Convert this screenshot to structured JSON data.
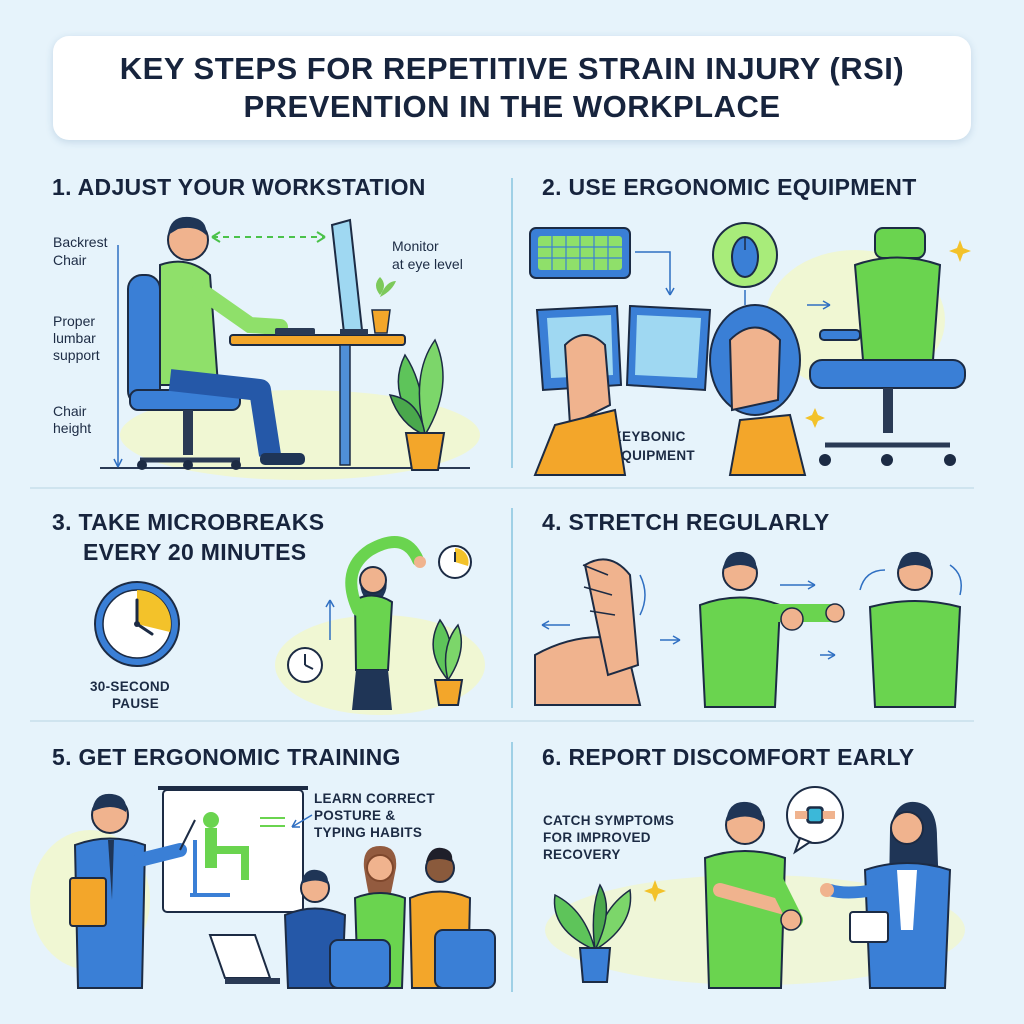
{
  "title": {
    "line1": "KEY STEPS FOR REPETITIVE STRAIN INJURY (RSI)",
    "line2": "PREVENTION IN THE WORKPLACE"
  },
  "steps": [
    {
      "heading": "1. ADJUST YOUR WORKSTATION",
      "labels": {
        "backrest_1": "Backrest",
        "backrest_2": "Chair",
        "lumbar_1": "Proper",
        "lumbar_2": "lumbar",
        "lumbar_3": "support",
        "height_1": "Chair",
        "height_2": "height",
        "monitor_1": "Monitor",
        "monitor_2": "at eye level"
      },
      "icons": [
        "person-at-desk-icon",
        "monitor-icon",
        "plant-icon",
        "office-chair-icon"
      ]
    },
    {
      "heading": "2. USE ERGONOMIC EQUIPMENT",
      "labels": {
        "equipment_1": "KEYBONIC",
        "equipment_2": "EQUIPMENT"
      },
      "icons": [
        "keyboard-icon",
        "split-keyboard-icon",
        "mouse-icon",
        "ergonomic-chair-icon"
      ]
    },
    {
      "heading_1": "3. TAKE MICROBREAKS",
      "heading_2": "EVERY 20 MINUTES",
      "labels": {
        "pause_1": "30-SECOND",
        "pause_2": "PAUSE"
      },
      "icons": [
        "clock-icon",
        "stretching-woman-icon",
        "plant-icon"
      ]
    },
    {
      "heading": "4. STRETCH REGULARLY",
      "icons": [
        "wrist-stretch-icon",
        "arm-stretch-icon",
        "neck-stretch-icon"
      ]
    },
    {
      "heading": "5. GET ERGONOMIC TRAINING",
      "labels": {
        "learn_1": "LEARN CORRECT",
        "learn_2": "POSTURE &",
        "learn_3": "TYPING HABITS"
      },
      "icons": [
        "presenter-icon",
        "whiteboard-icon",
        "audience-icon",
        "laptop-icon"
      ]
    },
    {
      "heading": "6. REPORT DISCOMFORT EARLY",
      "labels": {
        "catch_1": "CATCH SYMPTOMS",
        "catch_2": "FOR IMPROVED",
        "catch_3": "RECOVERY"
      },
      "icons": [
        "man-holding-wrist-icon",
        "wrist-pain-bubble-icon",
        "woman-with-clipboard-icon",
        "plant-icon"
      ]
    }
  ],
  "colors": {
    "background": "#e6f3fb",
    "accent_blue": "#2f6fc2",
    "accent_green": "#6ad44f",
    "accent_cyan": "#3bb8d9",
    "accent_orange": "#f3a62a",
    "text": "#17243d"
  }
}
